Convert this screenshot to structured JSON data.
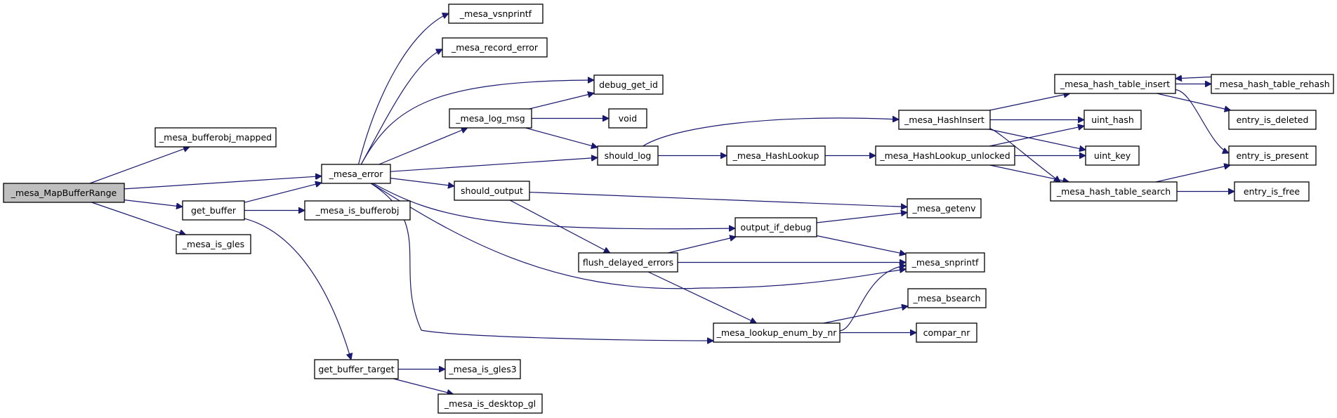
{
  "graph": {
    "kind": "call-graph",
    "root": "_mesa_MapBufferRange",
    "nodes": [
      "_mesa_MapBufferRange",
      "_mesa_bufferobj_mapped",
      "_mesa_error",
      "get_buffer",
      "_mesa_is_gles",
      "_mesa_vsnprintf",
      "_mesa_record_error",
      "debug_get_id",
      "_mesa_log_msg",
      "void",
      "should_log",
      "should_output",
      "_mesa_is_bufferobj",
      "flush_delayed_errors",
      "output_if_debug",
      "_mesa_lookup_enum_by_nr",
      "get_buffer_target",
      "_mesa_is_gles3",
      "_mesa_is_desktop_gl",
      "_mesa_HashInsert",
      "_mesa_HashLookup",
      "_mesa_HashLookup_unlocked",
      "_mesa_getenv",
      "_mesa_snprintf",
      "_mesa_bsearch",
      "compar_nr",
      "_mesa_hash_table_insert",
      "uint_hash",
      "uint_key",
      "_mesa_hash_table_search",
      "_mesa_hash_table_rehash",
      "entry_is_deleted",
      "entry_is_present",
      "entry_is_free"
    ],
    "edges": [
      [
        "_mesa_MapBufferRange",
        "_mesa_bufferobj_mapped"
      ],
      [
        "_mesa_MapBufferRange",
        "_mesa_error"
      ],
      [
        "_mesa_MapBufferRange",
        "get_buffer"
      ],
      [
        "_mesa_MapBufferRange",
        "_mesa_is_gles"
      ],
      [
        "_mesa_error",
        "_mesa_vsnprintf"
      ],
      [
        "_mesa_error",
        "_mesa_record_error"
      ],
      [
        "_mesa_error",
        "debug_get_id"
      ],
      [
        "_mesa_error",
        "_mesa_log_msg"
      ],
      [
        "_mesa_error",
        "should_log"
      ],
      [
        "_mesa_error",
        "should_output"
      ],
      [
        "_mesa_error",
        "output_if_debug"
      ],
      [
        "_mesa_error",
        "_mesa_snprintf"
      ],
      [
        "_mesa_error",
        "_mesa_lookup_enum_by_nr"
      ],
      [
        "get_buffer",
        "_mesa_error"
      ],
      [
        "get_buffer",
        "_mesa_is_bufferobj"
      ],
      [
        "get_buffer",
        "get_buffer_target"
      ],
      [
        "_mesa_log_msg",
        "debug_get_id"
      ],
      [
        "_mesa_log_msg",
        "void"
      ],
      [
        "_mesa_log_msg",
        "should_log"
      ],
      [
        "should_log",
        "_mesa_HashInsert"
      ],
      [
        "should_log",
        "_mesa_HashLookup"
      ],
      [
        "should_output",
        "_mesa_getenv"
      ],
      [
        "should_output",
        "flush_delayed_errors"
      ],
      [
        "flush_delayed_errors",
        "output_if_debug"
      ],
      [
        "flush_delayed_errors",
        "_mesa_snprintf"
      ],
      [
        "flush_delayed_errors",
        "_mesa_lookup_enum_by_nr"
      ],
      [
        "output_if_debug",
        "_mesa_getenv"
      ],
      [
        "output_if_debug",
        "_mesa_snprintf"
      ],
      [
        "_mesa_lookup_enum_by_nr",
        "_mesa_snprintf"
      ],
      [
        "_mesa_lookup_enum_by_nr",
        "_mesa_bsearch"
      ],
      [
        "_mesa_lookup_enum_by_nr",
        "compar_nr"
      ],
      [
        "get_buffer_target",
        "_mesa_is_gles3"
      ],
      [
        "get_buffer_target",
        "_mesa_is_desktop_gl"
      ],
      [
        "_mesa_HashInsert",
        "_mesa_hash_table_insert"
      ],
      [
        "_mesa_HashInsert",
        "uint_hash"
      ],
      [
        "_mesa_HashInsert",
        "uint_key"
      ],
      [
        "_mesa_HashInsert",
        "_mesa_hash_table_search"
      ],
      [
        "_mesa_HashLookup",
        "_mesa_HashLookup_unlocked"
      ],
      [
        "_mesa_HashLookup_unlocked",
        "uint_hash"
      ],
      [
        "_mesa_HashLookup_unlocked",
        "uint_key"
      ],
      [
        "_mesa_HashLookup_unlocked",
        "_mesa_hash_table_search"
      ],
      [
        "_mesa_hash_table_insert",
        "_mesa_hash_table_rehash"
      ],
      [
        "_mesa_hash_table_insert",
        "entry_is_deleted"
      ],
      [
        "_mesa_hash_table_insert",
        "entry_is_present"
      ],
      [
        "_mesa_hash_table_rehash",
        "_mesa_hash_table_insert"
      ],
      [
        "_mesa_hash_table_search",
        "entry_is_present"
      ],
      [
        "_mesa_hash_table_search",
        "entry_is_free"
      ]
    ]
  },
  "colors": {
    "edge": "#191970",
    "node_border": "#000000",
    "node_fill": "#ffffff",
    "root_fill": "#bfbfbf"
  }
}
